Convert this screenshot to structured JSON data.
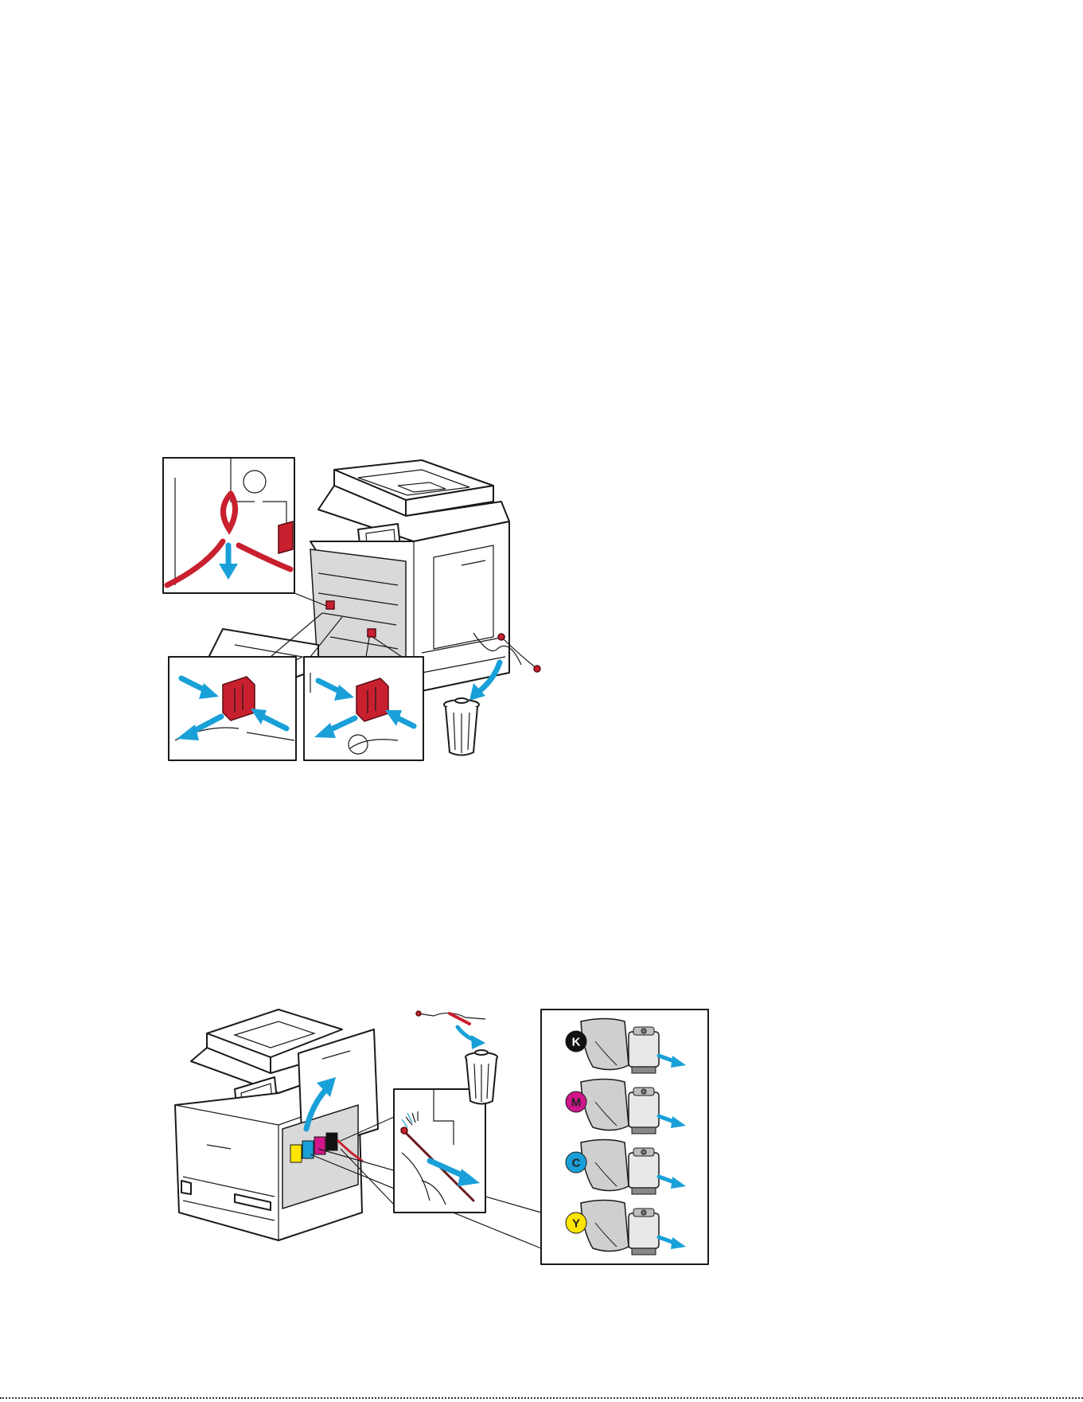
{
  "figures": {
    "packing_removal": {
      "parts": [
        "printer",
        "inset-top-strap",
        "inset-left-lock",
        "inset-right-lock",
        "tape",
        "trash-can"
      ]
    },
    "toner_setup": {
      "parts": [
        "printer",
        "inset-strap",
        "tape",
        "trash-can",
        "toner-panel"
      ],
      "toner_badges": [
        {
          "label": "K",
          "color": "#111111",
          "text_color": "#ffffff"
        },
        {
          "label": "M",
          "color": "#d0168a",
          "text_color": "#222222"
        },
        {
          "label": "C",
          "color": "#1aa0d8",
          "text_color": "#222222"
        },
        {
          "label": "Y",
          "color": "#ffe500",
          "text_color": "#222222"
        }
      ]
    }
  },
  "colors": {
    "arrow": "#1aa0d8",
    "packing": "#c8202e",
    "line_art": "#1a1a1a"
  }
}
